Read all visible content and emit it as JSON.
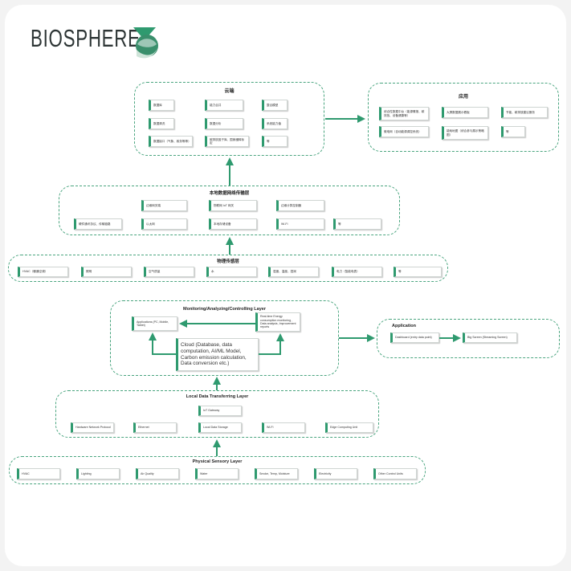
{
  "brand": {
    "name": "BIOSPHERE",
    "mark": "3"
  },
  "colors": {
    "accent": "#2f9a6f",
    "dashed": "#4aa57f",
    "text": "#222222"
  },
  "cn": {
    "cloud": {
      "title": "云端",
      "items": [
        "数据库",
        "能力合并",
        "整合模型",
        "数据清洗",
        "数据分析",
        "系统能力值",
        "数据接口（气象、政务等等）",
        "碳排放因子库、国家缓释标定",
        "等"
      ]
    },
    "app": {
      "title": "应用",
      "items": [
        "综合性数据中台（能源情报、碳排放、设备健康等）",
        "大屏数据展示看板",
        "节能、碳排放建议服务",
        "微电网（自动能源调控系统）",
        "能耗地图（综合参与展示策略图）",
        "等"
      ]
    },
    "transfer": {
      "title": "本地数据网络传输层",
      "items": [
        "边缘网关端",
        "物联网 IoT 网关",
        "边缘计算控制器",
        "硬件通讯协议、传输链路",
        "以太网",
        "本地存储设备",
        "Wi-Fi",
        "等"
      ]
    },
    "sensory": {
      "title": "物理传感层",
      "items": [
        "HVAC（暖通空调）",
        "照明",
        "空气质量",
        "水",
        "湿度、温度、湿润",
        "电力（智能电表）",
        "等"
      ]
    }
  },
  "en": {
    "monitor": {
      "title": "Monitoring/Analyzing/Controlling Layer",
      "apps": "Applications (PC, Mobile, Tablet)",
      "realtime": "Real-time Energy consumption monitoring , Data analysis, Improvement reports",
      "cloud": "Cloud (Database, data computation, AI/ML Model, Carbon emission calculation, Data conversion etc.)"
    },
    "application": {
      "title": "Application",
      "dashboard": "Dashboard (entry data point)",
      "bigscreen": "Big Screen (Streaming Screen)"
    },
    "transfer": {
      "title": "Local Data Transferring Layer",
      "iot": "IoT Gateway",
      "items": [
        "Hardware Network Protocol",
        "Ethernet",
        "Local Data Storage",
        "Wi-Fi",
        "Edge Computing Unit"
      ]
    },
    "sensory": {
      "title": "Physical Sensory Layer",
      "items": [
        "HVAC",
        "Lighting",
        "Air Quality",
        "Water",
        "Smoke, Temp, Moisture",
        "Electricity",
        "Other Control Units"
      ]
    }
  }
}
